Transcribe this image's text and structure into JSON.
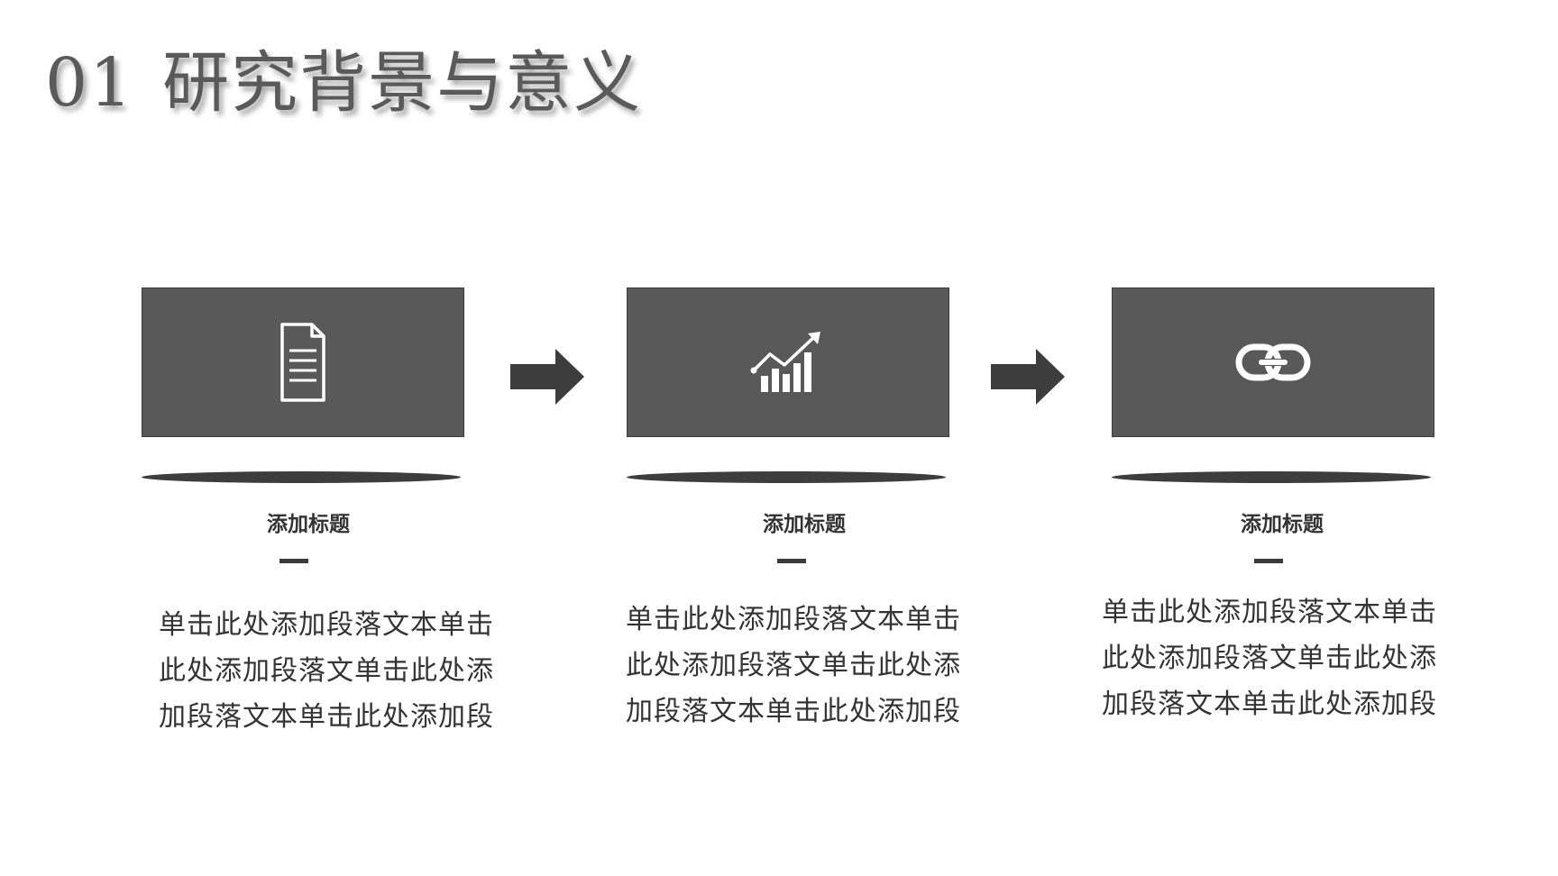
{
  "header": {
    "number": "01",
    "title": "研究背景与意义"
  },
  "theme": {
    "card_color": "#595959",
    "arrow_color": "#3d3d3d",
    "shadow_color": "#3d3d3d",
    "title_color": "#5a5a5a"
  },
  "columns": [
    {
      "icon": "document-icon",
      "title": "添加标题",
      "body": [
        "单击此处添加段落文本单击",
        "此处添加段落文单击此处添",
        "加段落文本单击此处添加段"
      ]
    },
    {
      "icon": "growth-chart-icon",
      "title": "添加标题",
      "body": [
        "单击此处添加段落文本单击",
        "此处添加段落文单击此处添",
        "加段落文本单击此处添加段"
      ]
    },
    {
      "icon": "link-icon",
      "title": "添加标题",
      "body": [
        "单击此处添加段落文本单击",
        "此处添加段落文单击此处添",
        "加段落文本单击此处添加段"
      ]
    }
  ]
}
